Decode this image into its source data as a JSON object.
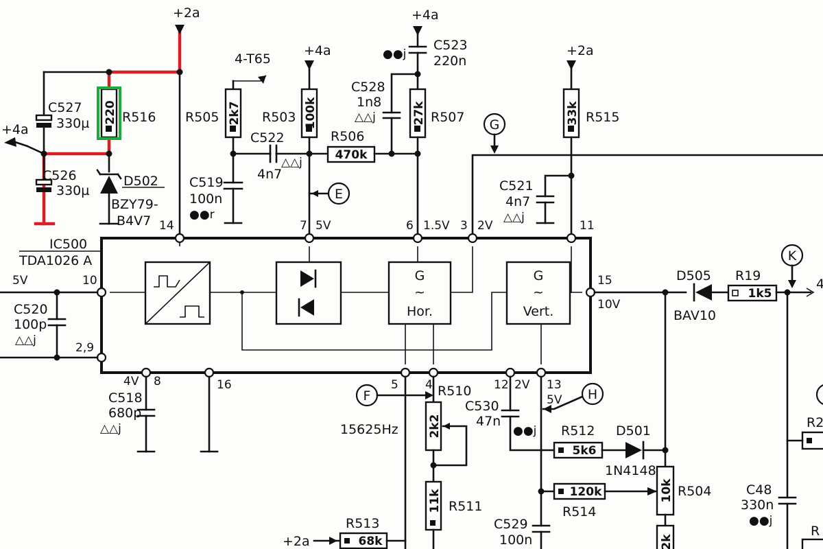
{
  "ic": {
    "name": "IC500",
    "part": "TDA1026 A"
  },
  "blocks": {
    "hor_g": "G",
    "hor_tilde": "~",
    "hor_label": "Hor.",
    "vert_g": "G",
    "vert_tilde": "~",
    "vert_label": "Vert."
  },
  "pins": {
    "p14": "14",
    "p7": "7",
    "p6": "6",
    "p3": "3",
    "p11": "11",
    "p10": "10",
    "p15": "15",
    "p8": "8",
    "p16": "16",
    "p5": "5",
    "p4": "4",
    "p12": "12",
    "p13": "13",
    "v7": "5V",
    "v6": "1.5V",
    "v3": "2V",
    "v10": "5V",
    "v10b": "2,9",
    "v15": "10V",
    "v8": "4V",
    "v12": "2V",
    "v13": "5V"
  },
  "supplies": {
    "s1": "+2a",
    "s2": "+4a",
    "s3": "+4a",
    "s4": "+2a",
    "s5": "+4a",
    "s6": "4-T65",
    "s7": "+2a"
  },
  "nodes": {
    "g": "G",
    "e": "E",
    "f": "F",
    "h": "H",
    "k": "K"
  },
  "components": {
    "c527": "C527",
    "c527v": "330µ",
    "c526": "C526",
    "c526v": "330µ",
    "r516": "R516",
    "r516v": "220",
    "d502": "D502",
    "d502v1": "BZY79-",
    "d502v2": "B4V7",
    "r505": "R505",
    "r505v": "2k7",
    "c519": "C519",
    "c519v": "100n",
    "c519t": "●●r",
    "r503": "R503",
    "r503v": "100k",
    "c522": "C522",
    "c522v": "4n7",
    "c522t": "△△j",
    "r506": "R506",
    "r506v": "470k",
    "c528": "C528",
    "c528v": "1n8",
    "c528t": "△△j",
    "c523": "C523",
    "c523v": "220n",
    "c523t": "●●j",
    "r507": "R507",
    "r507v": "27k",
    "r515": "R515",
    "r515v": "33k",
    "c521": "C521",
    "c521v": "4n7",
    "c521t": "△△j",
    "c520": "C520",
    "c520v": "100p",
    "c520t": "△△j",
    "c518": "C518",
    "c518v": "680p",
    "c518t": "△△j",
    "d505": "D505",
    "d505v": "BAV10",
    "r19": "R19",
    "r19v": "1k5",
    "r510": "R510",
    "r510v": "2k2",
    "freq": "15625Hz",
    "r511": "R511",
    "r511v": "11k",
    "r513": "R513",
    "r513v": "68k",
    "c530": "C530",
    "c530v": "47n",
    "c530t": "●●j",
    "r512": "R512",
    "r512v": "5k6",
    "d501": "D501",
    "d501v": "1N4148",
    "r514": "R514",
    "r514v": "120k",
    "r504": "R504",
    "r504v": "10k",
    "c529": "C529",
    "c529v": "100n",
    "c48": "C48",
    "c48v": "330n",
    "c48t": "●●j",
    "edge_r2": "R2",
    "edge_r": "R",
    "edge_4": "4",
    "edge_2k": "2k"
  },
  "highlight": {
    "red_color": "#d81f26",
    "green_color": "#1faa3c"
  }
}
